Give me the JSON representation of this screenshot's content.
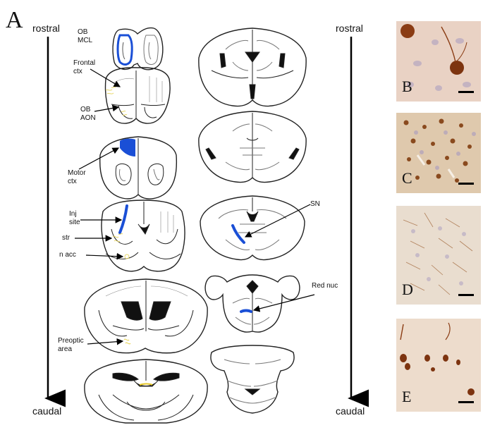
{
  "figure": {
    "panel_letter": "A",
    "axis_top_left": "rostral",
    "axis_bottom_left": "caudal",
    "axis_top_right": "rostral",
    "axis_bottom_right": "caudal"
  },
  "labels": {
    "ob_mcl": "OB\nMCL",
    "frontal_ctx": "Frontal\nctx",
    "ob_aon": "OB\nAON",
    "motor_ctx": "Motor\nctx",
    "inj_site": "Inj\nsite",
    "str": "str",
    "n_acc": "n acc",
    "preoptic_area": "Preoptic\narea",
    "sn": "SN",
    "red_nuc": "Red nuc"
  },
  "micrographs": [
    {
      "letter": "B"
    },
    {
      "letter": "C"
    },
    {
      "letter": "D"
    },
    {
      "letter": "E"
    }
  ],
  "colors": {
    "projection_blue": "#1a4fd6",
    "label_yellow": "#e9d86a",
    "outline": "#222222",
    "tissue_bg": "#e8d8c6",
    "dab_brown": "#7a3a14",
    "nuclei_blue": "#9f95b8"
  }
}
